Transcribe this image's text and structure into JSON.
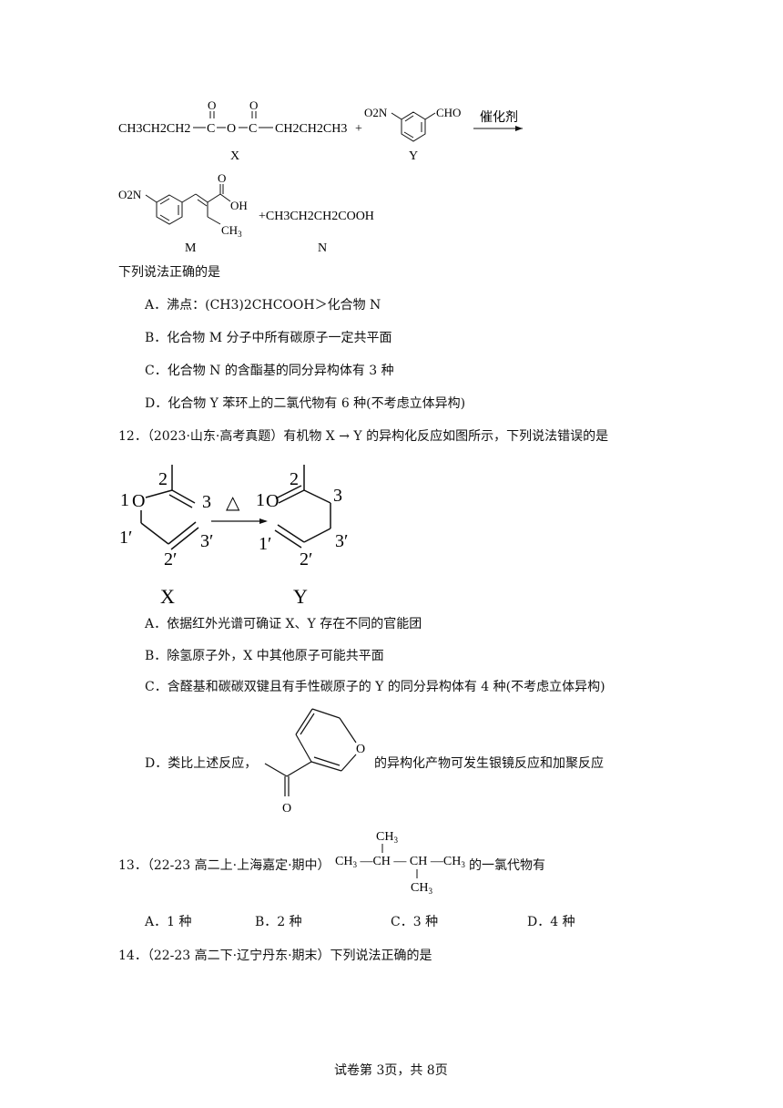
{
  "reaction11": {
    "x_formula_left": "CH3CH2CH2",
    "x_o1": "O",
    "x_o2": "O",
    "x_mid_o": "O",
    "x_formula_right": "CH2CH2CH3",
    "plus1": "+",
    "y_no2": "O2N",
    "y_cho": "CHO",
    "catalyst": "催化剂",
    "label_x": "X",
    "label_y": "Y",
    "m_no2": "O2N",
    "m_o": "O",
    "m_oh": "OH",
    "m_ch3": "CH3",
    "n_formula": "+CH3CH2CH2COOH",
    "label_m": "M",
    "label_n": "N"
  },
  "q11": {
    "stem": "下列说法正确的是",
    "options": [
      "A．沸点：(CH3)2CHCOOH＞化合物 N",
      "B．化合物 M 分子中所有碳原子一定共平面",
      "C．化合物 N 的含酯基的同分异构体有 3 种",
      "D．化合物 Y 苯环上的二氯代物有 6 种(不考虑立体异构)"
    ]
  },
  "q12": {
    "stem": "12．（2023·山东·高考真题）有机物 X → Y 的异构化反应如图所示，下列说法错误的是",
    "numbers": {
      "n2": "2",
      "n1": "1",
      "n3": "3",
      "n1p": "1′",
      "n2p": "2′",
      "n3p": "3′",
      "o": "O",
      "heat": "△"
    },
    "label_x": "X",
    "label_y": "Y",
    "options": [
      "A．依据红外光谱可确证 X、Y 存在不同的官能团",
      "B．除氢原子外，X 中其他原子可能共平面",
      "C．含醛基和碳碳双键且有手性碳原子的 Y 的同分异构体有 4 种(不考虑立体异构)"
    ],
    "option_d_prefix": "D．类比上述反应，",
    "option_d_suffix": "的异构化产物可发生银镜反应和加聚反应",
    "d_o_ring": "O",
    "d_o_ketone": "O"
  },
  "q13": {
    "stem_prefix": "13．（22-23 高二上·上海嘉定·期中）",
    "stem_suffix": "的一氯代物有",
    "struct": {
      "ch3_top": "CH3",
      "main": "CH3 — CH — CH — CH3",
      "ch3_bottom": "CH3"
    },
    "options": [
      "A．1 种",
      "B．2 种",
      "C．3 种",
      "D．4 种"
    ]
  },
  "q14": {
    "stem": "14．（22-23 高二下·辽宁丹东·期末）下列说法正确的是"
  },
  "footer": "试卷第 3页，共 8页"
}
